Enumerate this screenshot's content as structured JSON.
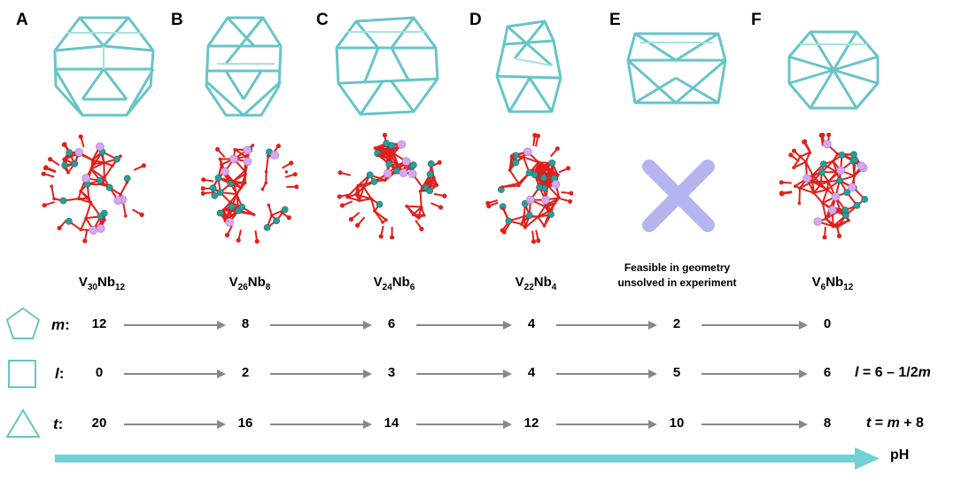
{
  "panels": [
    {
      "letter": "A",
      "formula": {
        "el1": "V",
        "n1": "30",
        "el2": "Nb",
        "n2": "12"
      }
    },
    {
      "letter": "B",
      "formula": {
        "el1": "V",
        "n1": "26",
        "el2": "Nb",
        "n2": "8"
      }
    },
    {
      "letter": "C",
      "formula": {
        "el1": "V",
        "n1": "24",
        "el2": "Nb",
        "n2": "6"
      }
    },
    {
      "letter": "D",
      "formula": {
        "el1": "V",
        "n1": "22",
        "el2": "Nb",
        "n2": "4"
      }
    },
    {
      "letter": "E",
      "note_line1": "Feasible in geometry",
      "note_line2": "unsolved in experiment"
    },
    {
      "letter": "F",
      "formula": {
        "el1": "V",
        "n1": "6",
        "el2": "Nb",
        "n2": "12"
      }
    }
  ],
  "rows": [
    {
      "symbol": "m",
      "icon": "pentagon-icon",
      "values": [
        "12",
        "8",
        "6",
        "4",
        "2",
        "0"
      ],
      "equation": null
    },
    {
      "symbol": "l",
      "icon": "square-icon",
      "values": [
        "0",
        "2",
        "3",
        "4",
        "5",
        "6"
      ],
      "equation": {
        "lhs": "l",
        "mid": " = 6 – 1/2",
        "var": "m",
        "rhs": ""
      }
    },
    {
      "symbol": "t",
      "icon": "triangle-icon",
      "values": [
        "20",
        "16",
        "14",
        "12",
        "10",
        "8"
      ],
      "equation": {
        "lhs": "t",
        "mid": " = ",
        "var": "m",
        "rhs": " + 8"
      }
    }
  ],
  "axis_label": "pH",
  "colors": {
    "cage": "#67c4c8",
    "arrow": "#888888",
    "axis": "#6fd0d6",
    "cross": "#b4b4f0",
    "vanadium": "#2a9d9a",
    "niobium": "#d6a8f0",
    "oxygen": "#e0201c"
  }
}
